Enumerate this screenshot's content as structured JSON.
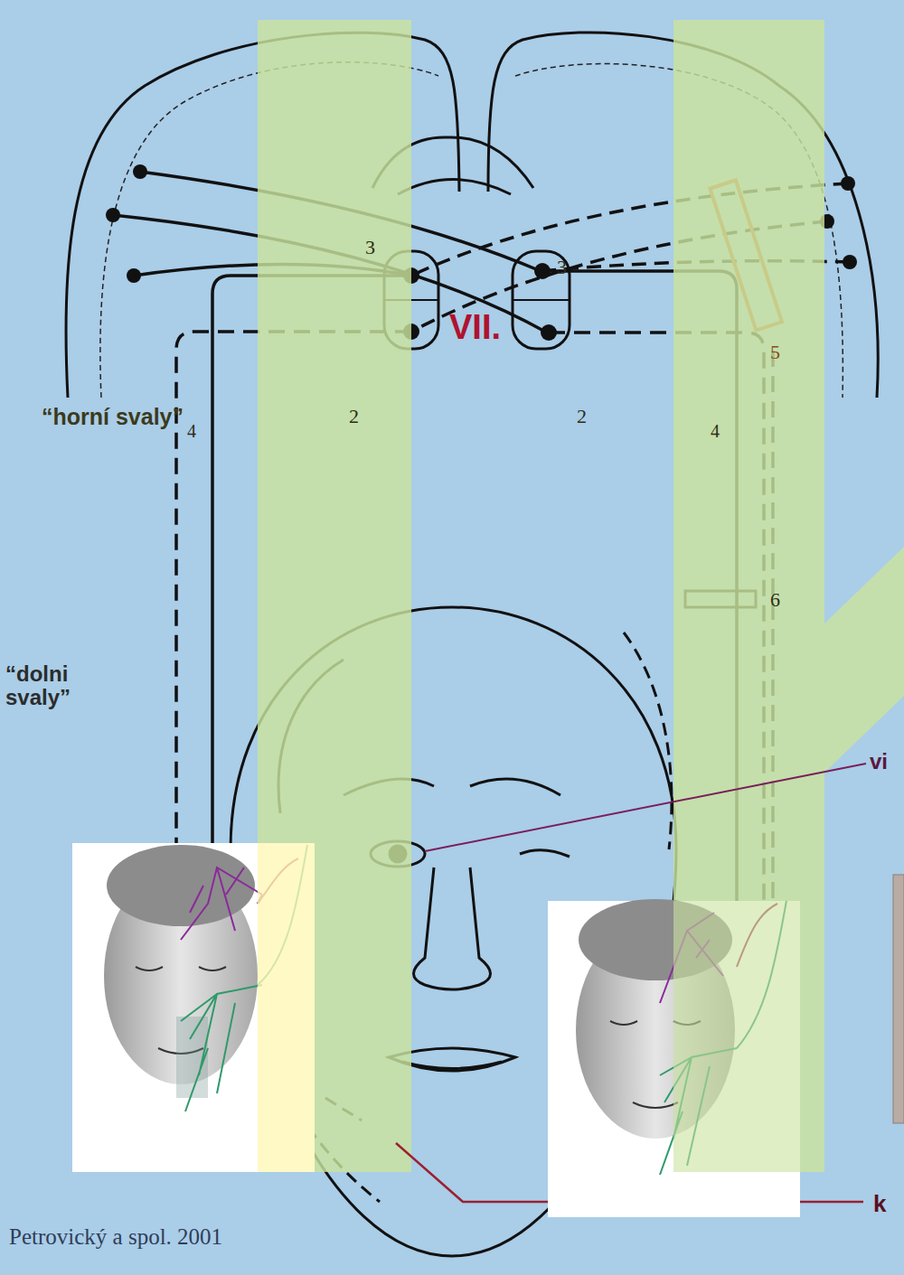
{
  "diagram": {
    "labels": [
      "“horní svaly”",
      "2",
      "2",
      "3",
      "3",
      "4",
      "4",
      "VII.",
      "5",
      "6",
      "“dolni svaly”",
      "vi",
      "k",
      "Petrovický a spol. 2001"
    ]
  }
}
